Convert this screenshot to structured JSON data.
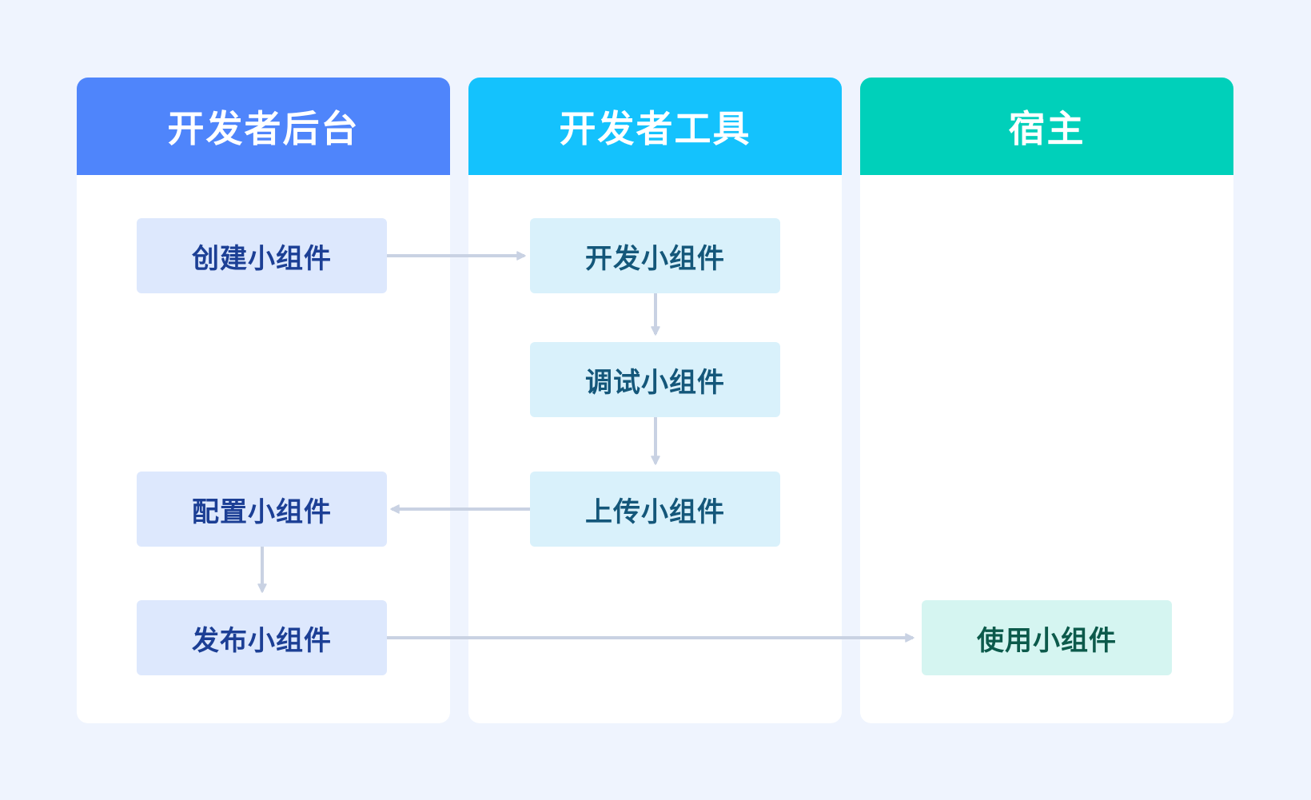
{
  "colors": {
    "background": "#eff4fe",
    "lane_body": "#ffffff",
    "arrow": "#c9d2e3"
  },
  "lanes": [
    {
      "id": "backend",
      "title": "开发者后台",
      "color": "#4f85fb"
    },
    {
      "id": "devtool",
      "title": "开发者工具",
      "color": "#14c2fd"
    },
    {
      "id": "host",
      "title": "宿主",
      "color": "#00d0ba"
    }
  ],
  "nodes": {
    "create": "创建小组件",
    "develop": "开发小组件",
    "debug": "调试小组件",
    "upload": "上传小组件",
    "configure": "配置小组件",
    "publish": "发布小组件",
    "use": "使用小组件"
  }
}
